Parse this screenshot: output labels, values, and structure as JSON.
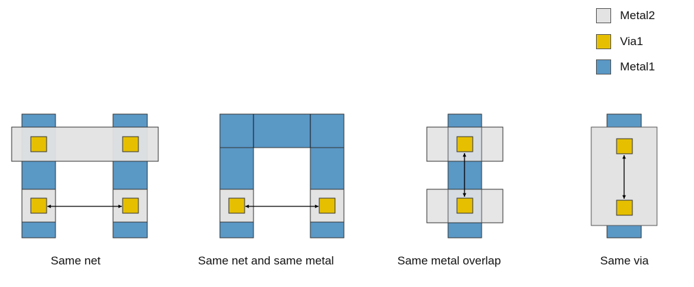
{
  "colors": {
    "metal2": "#e3e3e3",
    "via1": "#e6c000",
    "metal1": "#5a98c6",
    "outline": "#333333"
  },
  "legend": [
    {
      "label": "Metal2",
      "layer": "metal2"
    },
    {
      "label": "Via1",
      "layer": "via1"
    },
    {
      "label": "Metal1",
      "layer": "metal1"
    }
  ],
  "captions": [
    "Same net",
    "Same net and same metal",
    "Same metal overlap",
    "Same via"
  ]
}
